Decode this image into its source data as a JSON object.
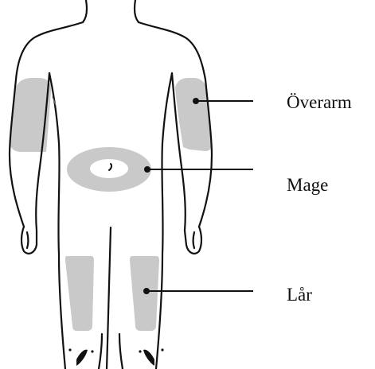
{
  "labels": {
    "upper_arm": "Överarm",
    "abdomen": "Mage",
    "thigh": "Lår"
  },
  "colors": {
    "outline": "#111111",
    "injection_zone": "#c9c9c9",
    "background": "#ffffff"
  }
}
